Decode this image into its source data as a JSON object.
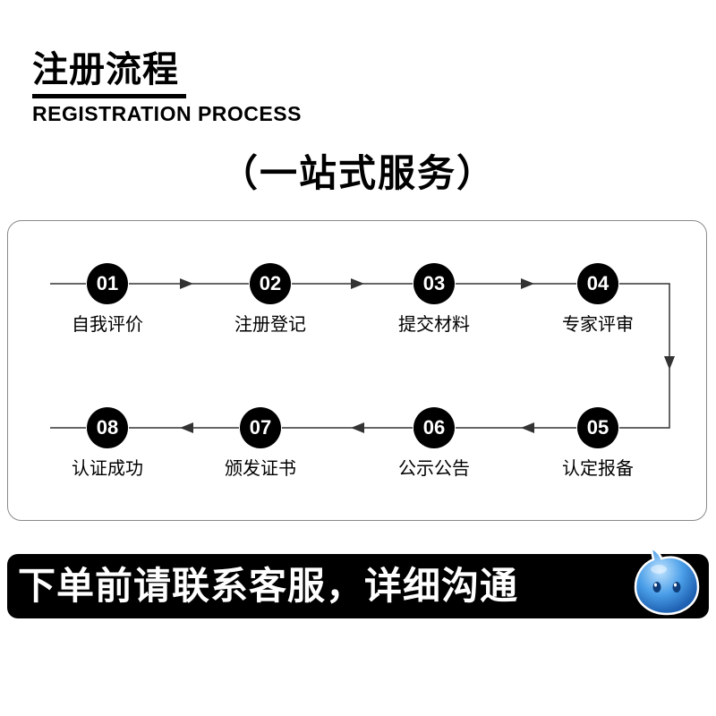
{
  "header": {
    "title": "注册流程",
    "subtitle": "REGISTRATION PROCESS",
    "slogan": "（一站式服务）"
  },
  "steps": [
    {
      "number": "01",
      "label": "自我评价"
    },
    {
      "number": "02",
      "label": "注册登记"
    },
    {
      "number": "03",
      "label": "提交材料"
    },
    {
      "number": "04",
      "label": "专家评审"
    },
    {
      "number": "05",
      "label": "认定报备"
    },
    {
      "number": "06",
      "label": "公示公告"
    },
    {
      "number": "07",
      "label": "颁发证书"
    },
    {
      "number": "08",
      "label": "认证成功"
    }
  ],
  "banner": {
    "text": "下单前请联系客服，详细沟通"
  },
  "colors": {
    "background": "#ffffff",
    "badge": "#000000",
    "banner": "#000000",
    "box_border": "#8a8a8a",
    "mascot_blue": "#4a9ee8"
  },
  "icons": {
    "mascot": "qq-penguin-mascot-icon"
  }
}
